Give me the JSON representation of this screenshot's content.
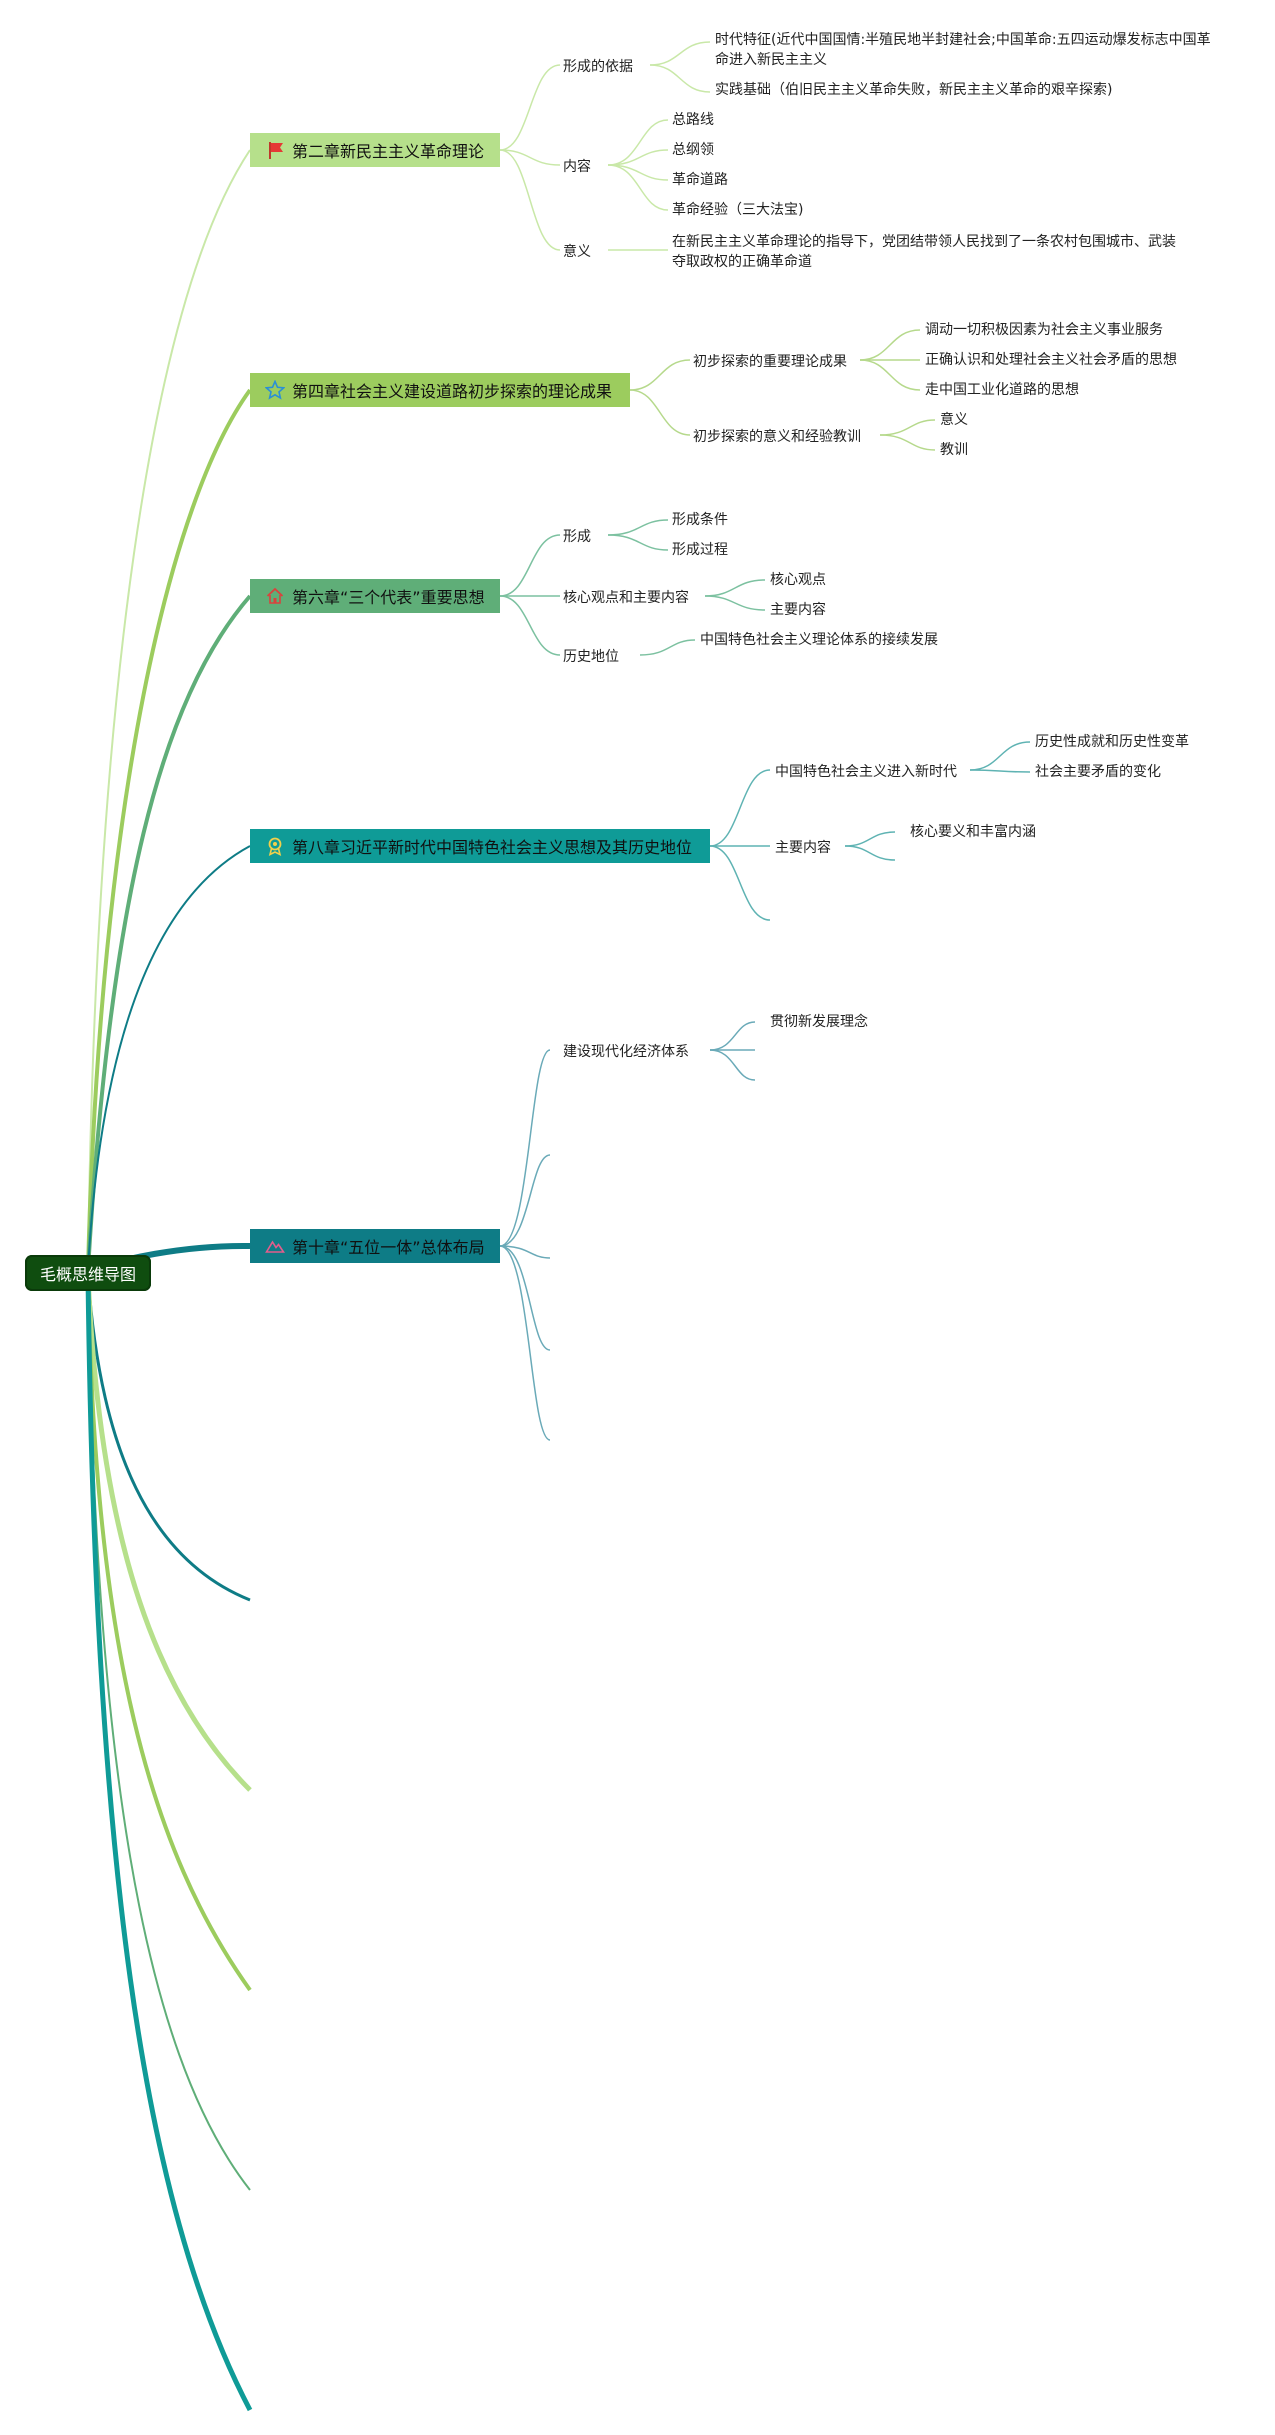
{
  "root": {
    "label": "毛概思维导图"
  },
  "colors": {
    "lime": "#b6e08b",
    "green": "#9ccc5e",
    "mid_green": "#5fae78",
    "teal": "#0f9b97",
    "dark_teal": "#0e7c86",
    "root_bg": "#0f4d0f"
  },
  "chapters": [
    {
      "label": "第二章新民主主义革命理论",
      "icon": "flag-icon",
      "children": [
        {
          "label": "形成的依据",
          "children": [
            "时代特征(近代中国国情:半殖民地半封建社会;中国革命:五四运动爆发标志中国革命进入新民主主义",
            "实践基础（伯旧民主主义革命失败，新民主主义革命的艰辛探索)"
          ]
        },
        {
          "label": "内容",
          "children": [
            "总路线",
            "总纲领",
            "革命道路",
            "革命经验（三大法宝)"
          ]
        },
        {
          "label": "意义",
          "children": [
            "在新民主主义革命理论的指导下，党团结带领人民找到了一条农村包围城市、武装夺取政权的正确革命道"
          ]
        }
      ]
    },
    {
      "label": "第四章社会主义建设道路初步探索的理论成果",
      "icon": "star-icon",
      "children": [
        {
          "label": "初步探索的重要理论成果",
          "children": [
            "调动一切积极因素为社会主义事业服务",
            "正确认识和处理社会主义社会矛盾的思想",
            "走中国工业化道路的思想"
          ]
        },
        {
          "label": "初步探索的意义和经验教训",
          "children": [
            "意义",
            "教训"
          ]
        }
      ]
    },
    {
      "label": "第六章“三个代表”重要思想",
      "icon": "house-icon",
      "children": [
        {
          "label": "形成",
          "children": [
            "形成条件",
            "形成过程"
          ]
        },
        {
          "label": "核心观点和主要内容",
          "children": [
            "核心观点",
            "主要内容"
          ]
        },
        {
          "label": "历史地位",
          "children": [
            "中国特色社会主义理论体系的接续发展"
          ]
        }
      ]
    },
    {
      "label": "第八章习近平新时代中国特色社会主义思想及其历史地位",
      "icon": "medal-icon",
      "children": [
        {
          "label": "中国特色社会主义进入新时代",
          "children": [
            "历史性成就和历史性变革",
            "社会主要矛盾的变化"
          ]
        },
        {
          "label": "主要内容",
          "children": [
            "核心要义和丰富内涵"
          ]
        }
      ]
    },
    {
      "label": "第十章“五位一体”总体布局",
      "icon": "mountain-icon",
      "children": [
        {
          "label": "建设现代化经济体系",
          "children": [
            "贯彻新发展理念"
          ]
        }
      ]
    }
  ]
}
